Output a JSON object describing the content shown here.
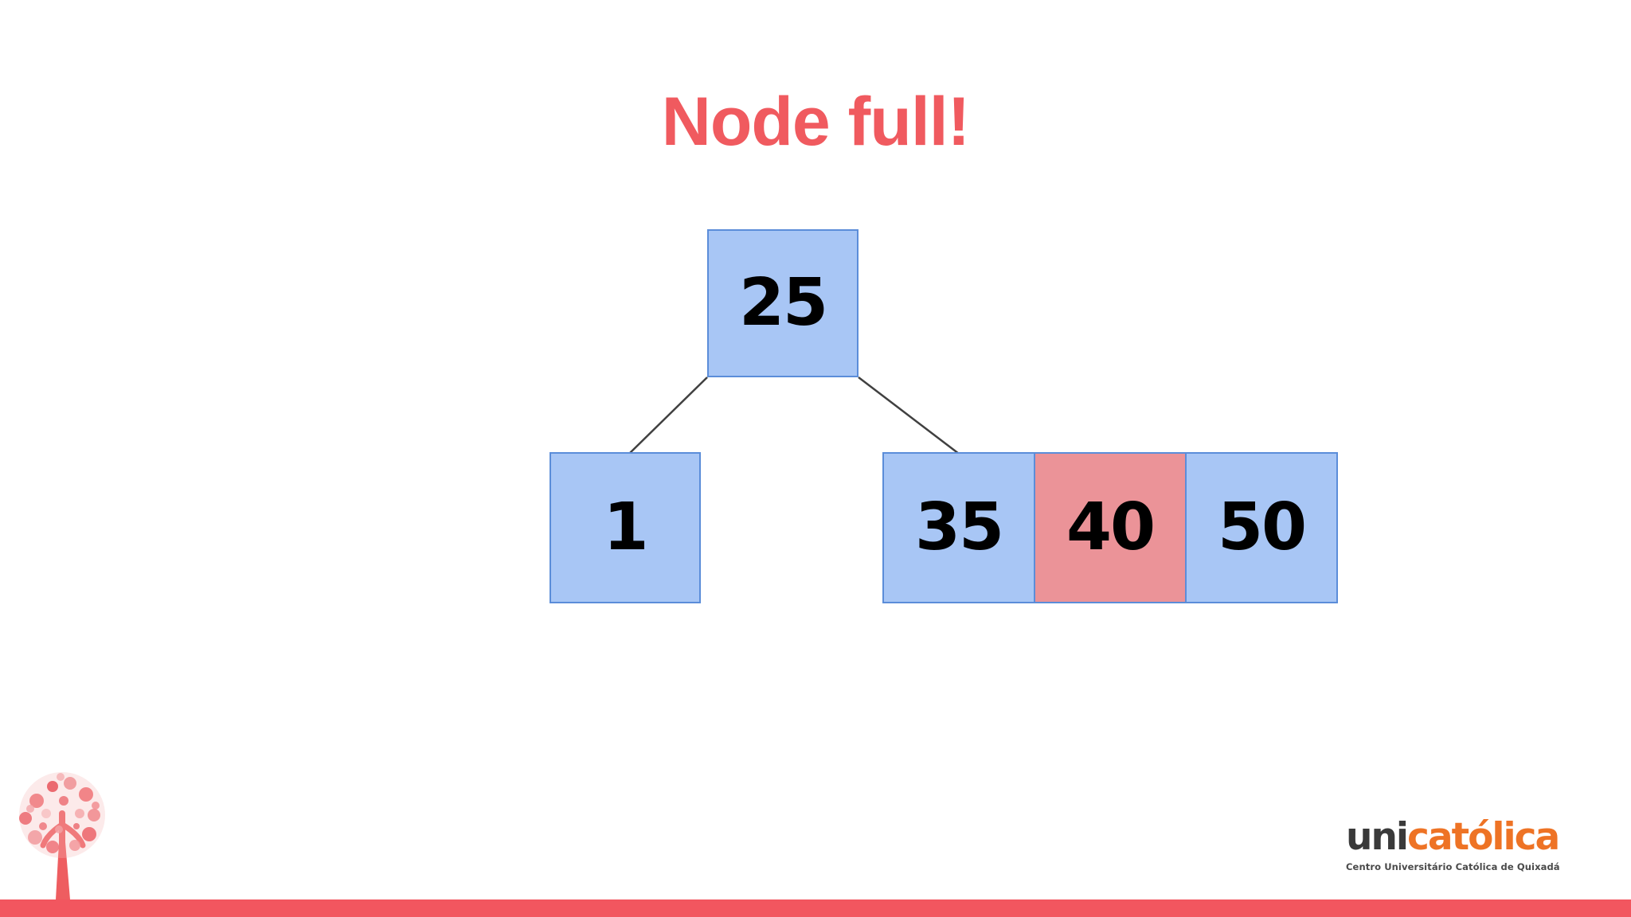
{
  "slide": {
    "title": "Node full!",
    "background_color": "#ffffff",
    "title_color": "#f05a5f"
  },
  "diagram": {
    "type": "b-tree",
    "description": "B-tree with a full leaf node highlighted",
    "node_fill_color": "#a8c6f5",
    "node_border_color": "#5b8dd9",
    "highlight_fill_color": "#eb9398",
    "edge_color": "#404040",
    "nodes": [
      {
        "id": "root",
        "role": "root",
        "keys": [
          {
            "value": "25",
            "state": "normal"
          }
        ]
      },
      {
        "id": "left-child",
        "role": "leaf",
        "keys": [
          {
            "value": "1",
            "state": "normal"
          }
        ]
      },
      {
        "id": "right-child",
        "role": "leaf-full",
        "keys": [
          {
            "value": "35",
            "state": "normal"
          },
          {
            "value": "40",
            "state": "highlighted"
          },
          {
            "value": "50",
            "state": "normal"
          }
        ]
      }
    ],
    "edges": [
      {
        "from": "root",
        "to": "left-child"
      },
      {
        "from": "root",
        "to": "right-child"
      }
    ]
  },
  "footer": {
    "bar_color": "#f2565f",
    "tree_logo_color": "#ef5e61",
    "brand": {
      "wordmark_prefix": "uni",
      "wordmark_suffix": "católica",
      "subtitle": "Centro Universitário Católica de Quixadá",
      "prefix_color": "#3a3a3a",
      "suffix_color": "#ee7325"
    }
  }
}
